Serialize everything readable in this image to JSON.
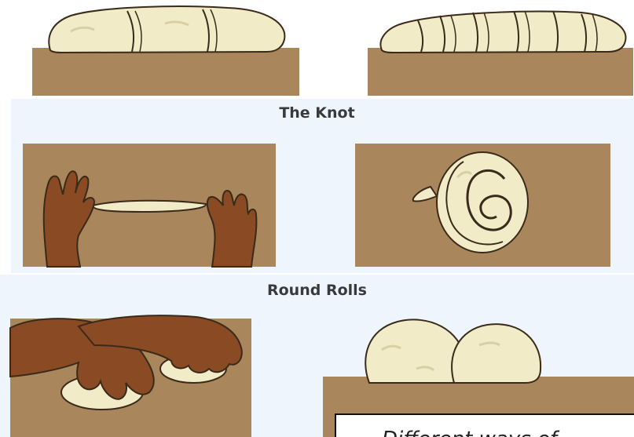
{
  "sections": [
    {
      "heading": "The Knot"
    },
    {
      "heading": "Round Rolls"
    }
  ],
  "caption": "Different ways of",
  "colors": {
    "band": "#eef5fd",
    "board": "#a9865b",
    "dough": "#f1ebc8",
    "dough_shade": "#d9cfa3",
    "skin": "#8a4b24",
    "outline": "#3a2a1a"
  },
  "illustrations": [
    {
      "name": "dough-loaf-three-cuts"
    },
    {
      "name": "dough-loaf-many-cuts"
    },
    {
      "name": "hands-rolling-dough-strip"
    },
    {
      "name": "knotted-dough"
    },
    {
      "name": "hands-shaping-rolls"
    },
    {
      "name": "two-round-rolls"
    }
  ]
}
